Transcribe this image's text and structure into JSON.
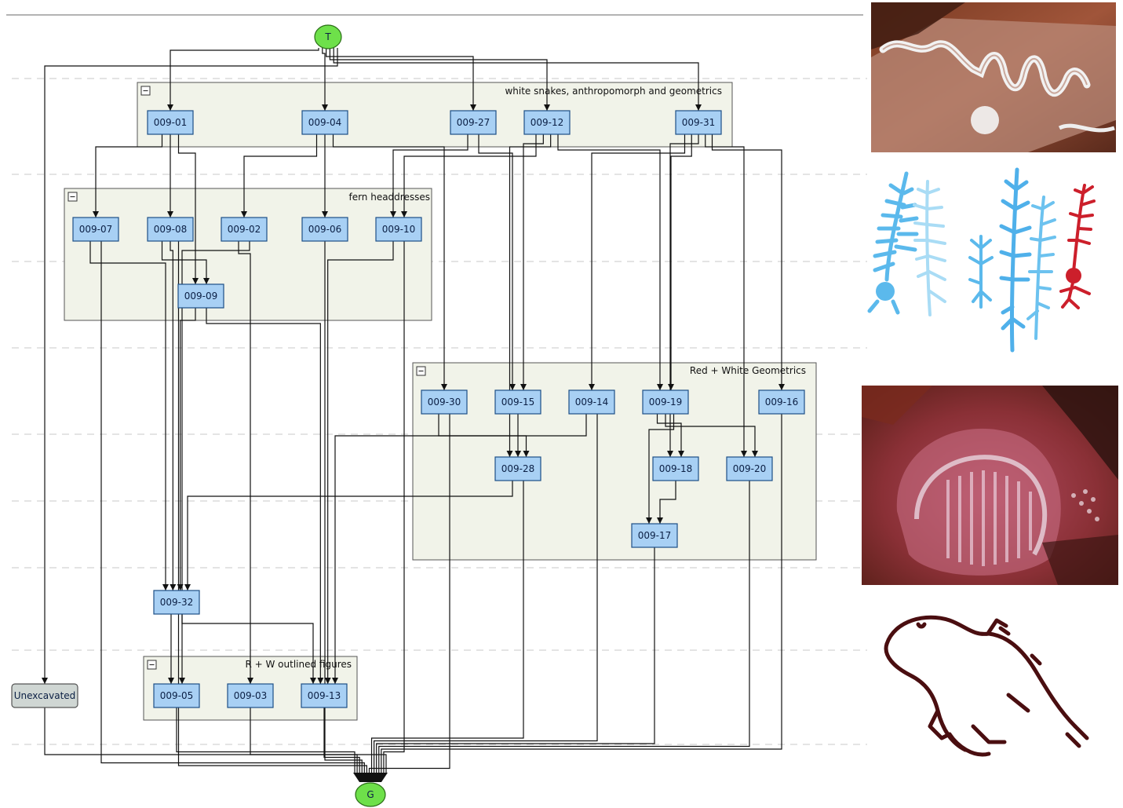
{
  "diagram": {
    "top_node": "T",
    "bottom_node": "G",
    "groups": [
      {
        "id": "g1",
        "title": "white snakes, anthropomorph and geometrics"
      },
      {
        "id": "g2",
        "title": "fern headdresses"
      },
      {
        "id": "g3",
        "title": "Red + White Geometrics"
      },
      {
        "id": "g4",
        "title": "R + W outlined figures"
      }
    ],
    "nodes": [
      {
        "id": "009-01"
      },
      {
        "id": "009-04"
      },
      {
        "id": "009-27"
      },
      {
        "id": "009-12"
      },
      {
        "id": "009-31"
      },
      {
        "id": "009-07"
      },
      {
        "id": "009-08"
      },
      {
        "id": "009-02"
      },
      {
        "id": "009-06"
      },
      {
        "id": "009-10"
      },
      {
        "id": "009-09"
      },
      {
        "id": "009-30"
      },
      {
        "id": "009-15"
      },
      {
        "id": "009-14"
      },
      {
        "id": "009-19"
      },
      {
        "id": "009-16"
      },
      {
        "id": "009-28"
      },
      {
        "id": "009-18"
      },
      {
        "id": "009-20"
      },
      {
        "id": "009-17"
      },
      {
        "id": "009-32"
      },
      {
        "id": "009-05"
      },
      {
        "id": "009-03"
      },
      {
        "id": "009-13"
      },
      {
        "id": "Unexcavated"
      }
    ],
    "edges": [
      [
        "T",
        "009-01"
      ],
      [
        "T",
        "009-04"
      ],
      [
        "T",
        "009-27"
      ],
      [
        "T",
        "009-12"
      ],
      [
        "T",
        "009-31"
      ],
      [
        "T",
        "Unexcavated"
      ],
      [
        "009-01",
        "009-07"
      ],
      [
        "009-01",
        "009-08"
      ],
      [
        "009-01",
        "009-09"
      ],
      [
        "009-04",
        "009-02"
      ],
      [
        "009-04",
        "009-06"
      ],
      [
        "009-04",
        "009-30"
      ],
      [
        "009-27",
        "009-10"
      ],
      [
        "009-27",
        "009-15"
      ],
      [
        "009-12",
        "009-10"
      ],
      [
        "009-12",
        "009-15"
      ],
      [
        "009-12",
        "009-28"
      ],
      [
        "009-12",
        "009-19"
      ],
      [
        "009-31",
        "009-14"
      ],
      [
        "009-31",
        "009-19"
      ],
      [
        "009-31",
        "009-18"
      ],
      [
        "009-31",
        "009-20"
      ],
      [
        "009-31",
        "009-16"
      ],
      [
        "009-08",
        "009-09"
      ],
      [
        "009-07",
        "009-32"
      ],
      [
        "009-08",
        "009-32"
      ],
      [
        "009-09",
        "009-32"
      ],
      [
        "009-28",
        "009-32"
      ],
      [
        "009-15",
        "009-28"
      ],
      [
        "009-30",
        "009-28"
      ],
      [
        "009-19",
        "009-18"
      ],
      [
        "009-19",
        "009-20"
      ],
      [
        "009-19",
        "009-17"
      ],
      [
        "009-18",
        "009-17"
      ],
      [
        "009-32",
        "009-05"
      ],
      [
        "009-32",
        "009-13"
      ],
      [
        "009-02",
        "009-03"
      ],
      [
        "009-09",
        "009-13"
      ],
      [
        "009-10",
        "009-13"
      ],
      [
        "009-14",
        "009-13"
      ],
      [
        "009-02",
        "009-05"
      ],
      [
        "009-05",
        "G"
      ],
      [
        "009-03",
        "G"
      ],
      [
        "009-13",
        "G"
      ],
      [
        "009-06",
        "G"
      ],
      [
        "009-07",
        "G"
      ],
      [
        "009-08",
        "G"
      ],
      [
        "009-30",
        "G"
      ],
      [
        "009-28",
        "G"
      ],
      [
        "009-14",
        "G"
      ],
      [
        "009-17",
        "G"
      ],
      [
        "009-20",
        "G"
      ],
      [
        "009-16",
        "G"
      ],
      [
        "009-10",
        "G"
      ],
      [
        "Unexcavated",
        "G"
      ]
    ]
  },
  "colors": {
    "node_fill": "#a8d0f4",
    "node_border": "#1d4f86",
    "terminal_fill": "#6ee04a",
    "unexcavated_fill": "#cfd6d3",
    "group_fill": "#f1f3e9"
  },
  "images": [
    {
      "name": "white-snake-rock-art-photo"
    },
    {
      "name": "fern-headdress-figures-illustration"
    },
    {
      "name": "red-white-geometric-rock-art-photo"
    },
    {
      "name": "outlined-animal-figure-illustration"
    }
  ]
}
